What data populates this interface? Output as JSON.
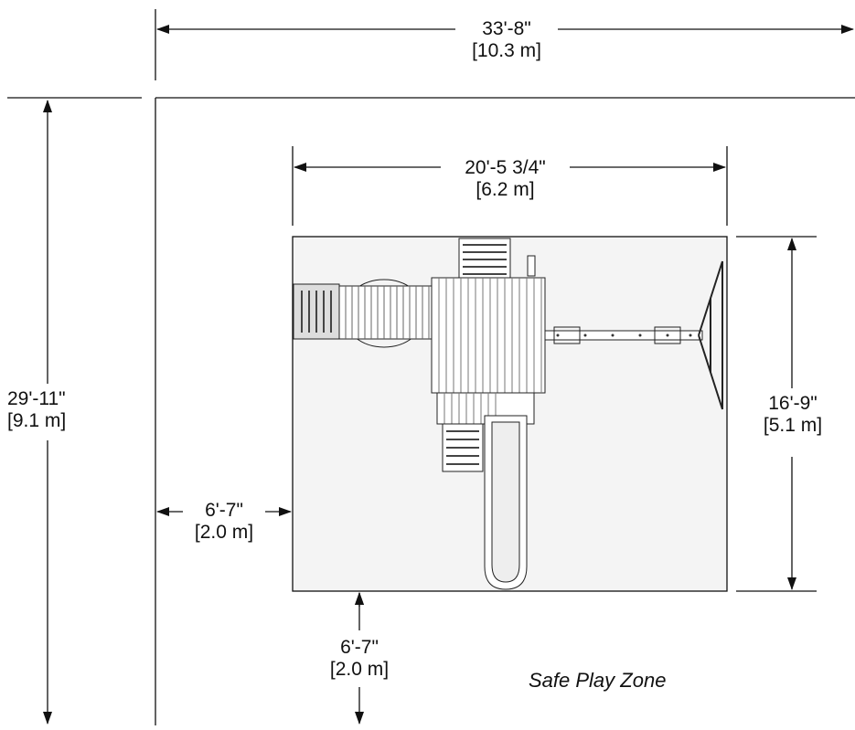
{
  "overall": {
    "width_ft": "33'-8\"",
    "width_m": "[10.3 m]",
    "depth_ft": "29'-11\"",
    "depth_m": "[9.1 m]"
  },
  "structure": {
    "width_ft": "20'-5 3/4\"",
    "width_m": "[6.2 m]",
    "depth_ft": "16'-9\"",
    "depth_m": "[5.1 m]"
  },
  "clearance_side": {
    "ft": "6'-7\"",
    "m": "[2.0 m]"
  },
  "clearance_front": {
    "ft": "6'-7\"",
    "m": "[2.0 m]"
  },
  "zone_label": "Safe Play Zone",
  "colors": {
    "line": "#111111",
    "background": "#ffffff",
    "fill": "#f4f4f4"
  }
}
